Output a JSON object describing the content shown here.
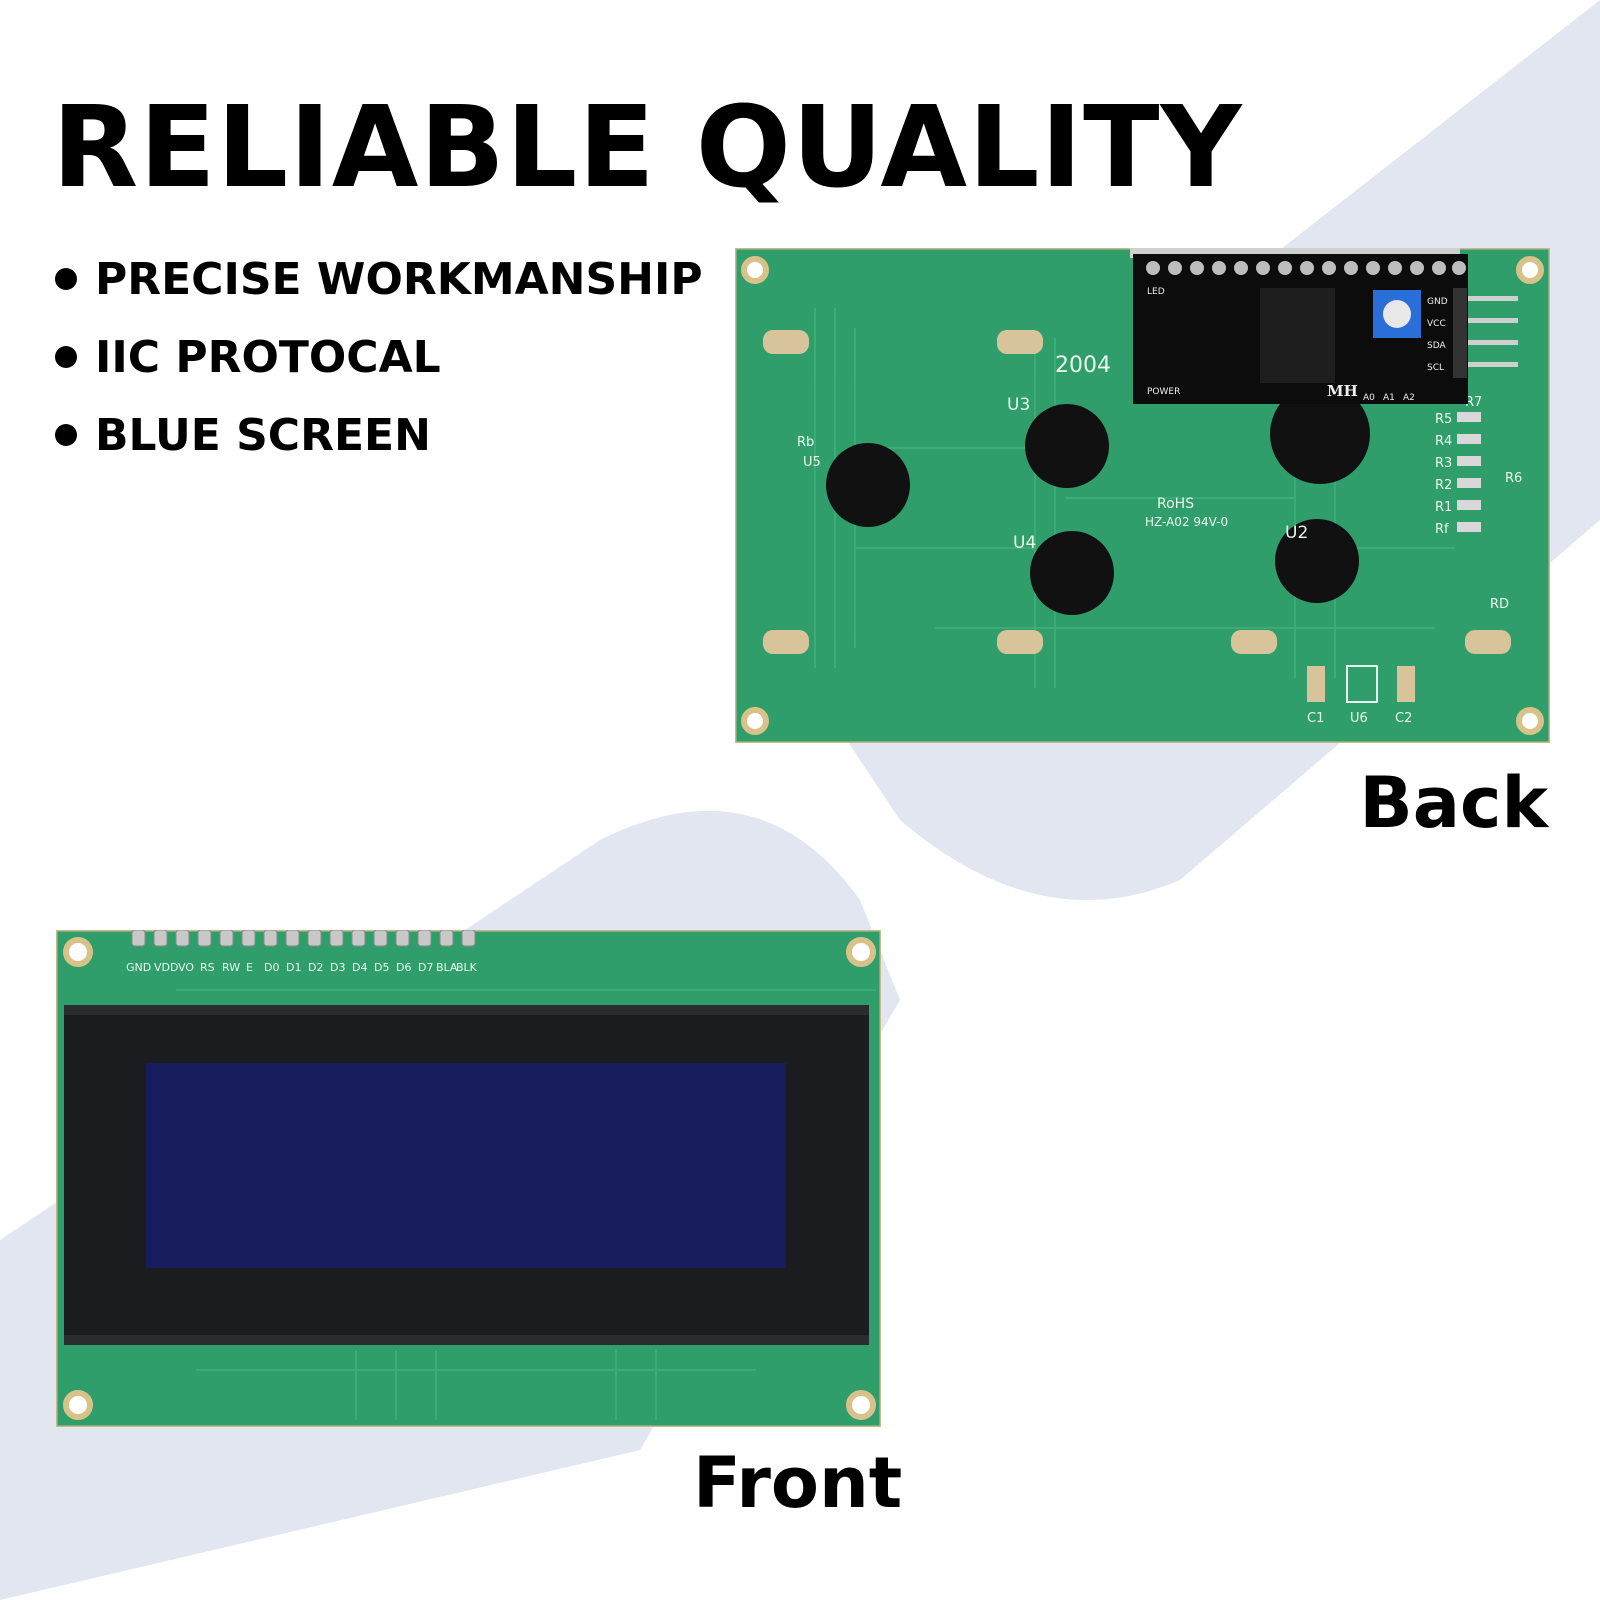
{
  "headline": "RELIABLE QUALITY",
  "features": [
    "PRECISE WORKMANSHIP",
    "IIC PROTOCAL",
    "BLUE SCREEN"
  ],
  "captions": {
    "back": "Back",
    "front": "Front"
  },
  "back_board": {
    "model": "2004",
    "chip_labels": [
      "U3",
      "U4",
      "U2",
      "U5"
    ],
    "resistor_labels": [
      "R5",
      "R4",
      "R3",
      "R2",
      "R1",
      "Rf",
      "R7",
      "R6",
      "RD",
      "Rb"
    ],
    "bottom_labels": [
      "C1",
      "U6",
      "C2"
    ],
    "cert_text": "RoHS",
    "cert_code": "HZ-A02 94V-0",
    "adapter": {
      "brand": "MH",
      "led_label": "LED",
      "power_label": "POWER",
      "pin_labels": [
        "GND",
        "VCC",
        "SDA",
        "SCL"
      ],
      "address_labels": [
        "A0",
        "A1",
        "A2"
      ]
    }
  },
  "front_board": {
    "pin_labels": [
      "GND",
      "VDD",
      "VO",
      "RS",
      "RW",
      "E",
      "D0",
      "D1",
      "D2",
      "D3",
      "D4",
      "D5",
      "D6",
      "D7",
      "BLA",
      "BLK"
    ]
  },
  "colors": {
    "pcb_green": "#2f9e6a",
    "lcd_blue": "#151a52",
    "bezel": "#1b1c1f",
    "background_shape": "#dfe4f0"
  }
}
